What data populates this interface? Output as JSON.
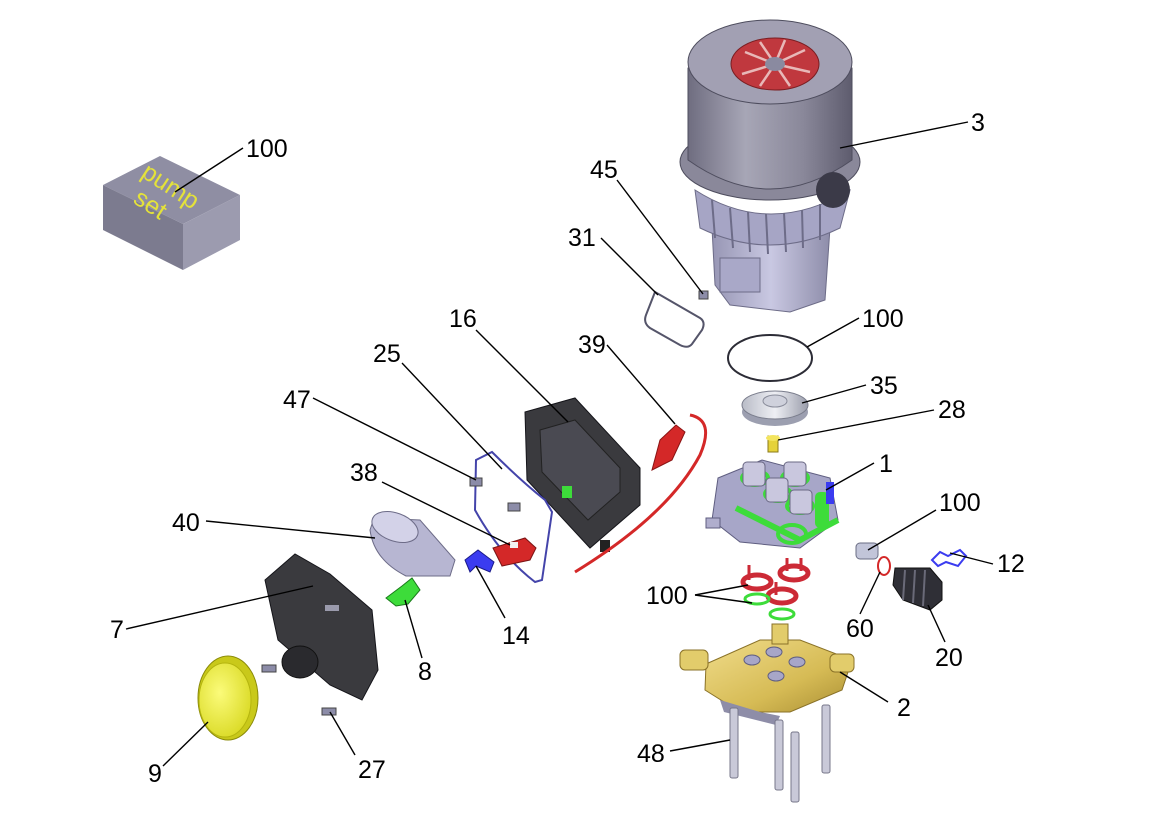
{
  "callouts": {
    "c100_pumpset": "100",
    "c3": "3",
    "c45": "45",
    "c31": "31",
    "c100_oring": "100",
    "c16": "16",
    "c39": "39",
    "c25": "25",
    "c35": "35",
    "c28": "28",
    "c47": "47",
    "c1": "1",
    "c38": "38",
    "c100_right": "100",
    "c12": "12",
    "c40": "40",
    "c14": "14",
    "c100_seals": "100",
    "c60": "60",
    "c20": "20",
    "c7": "7",
    "c8": "8",
    "c2": "2",
    "c48": "48",
    "c9": "9",
    "c27": "27"
  },
  "pump_set_box": {
    "line1": "pump",
    "line2": "set"
  },
  "colors": {
    "motor_gray": "#8e8c9e",
    "fan_red": "#c0383e",
    "head_lavender": "#b7b6d2",
    "brass": "#d9c060",
    "spring_green": "#3ddc3a",
    "lid_yellow": "#f0ef3a",
    "cable_red": "#d42828",
    "clip_blue": "#3b3cf0",
    "box_dark": "#3a3a3e"
  }
}
